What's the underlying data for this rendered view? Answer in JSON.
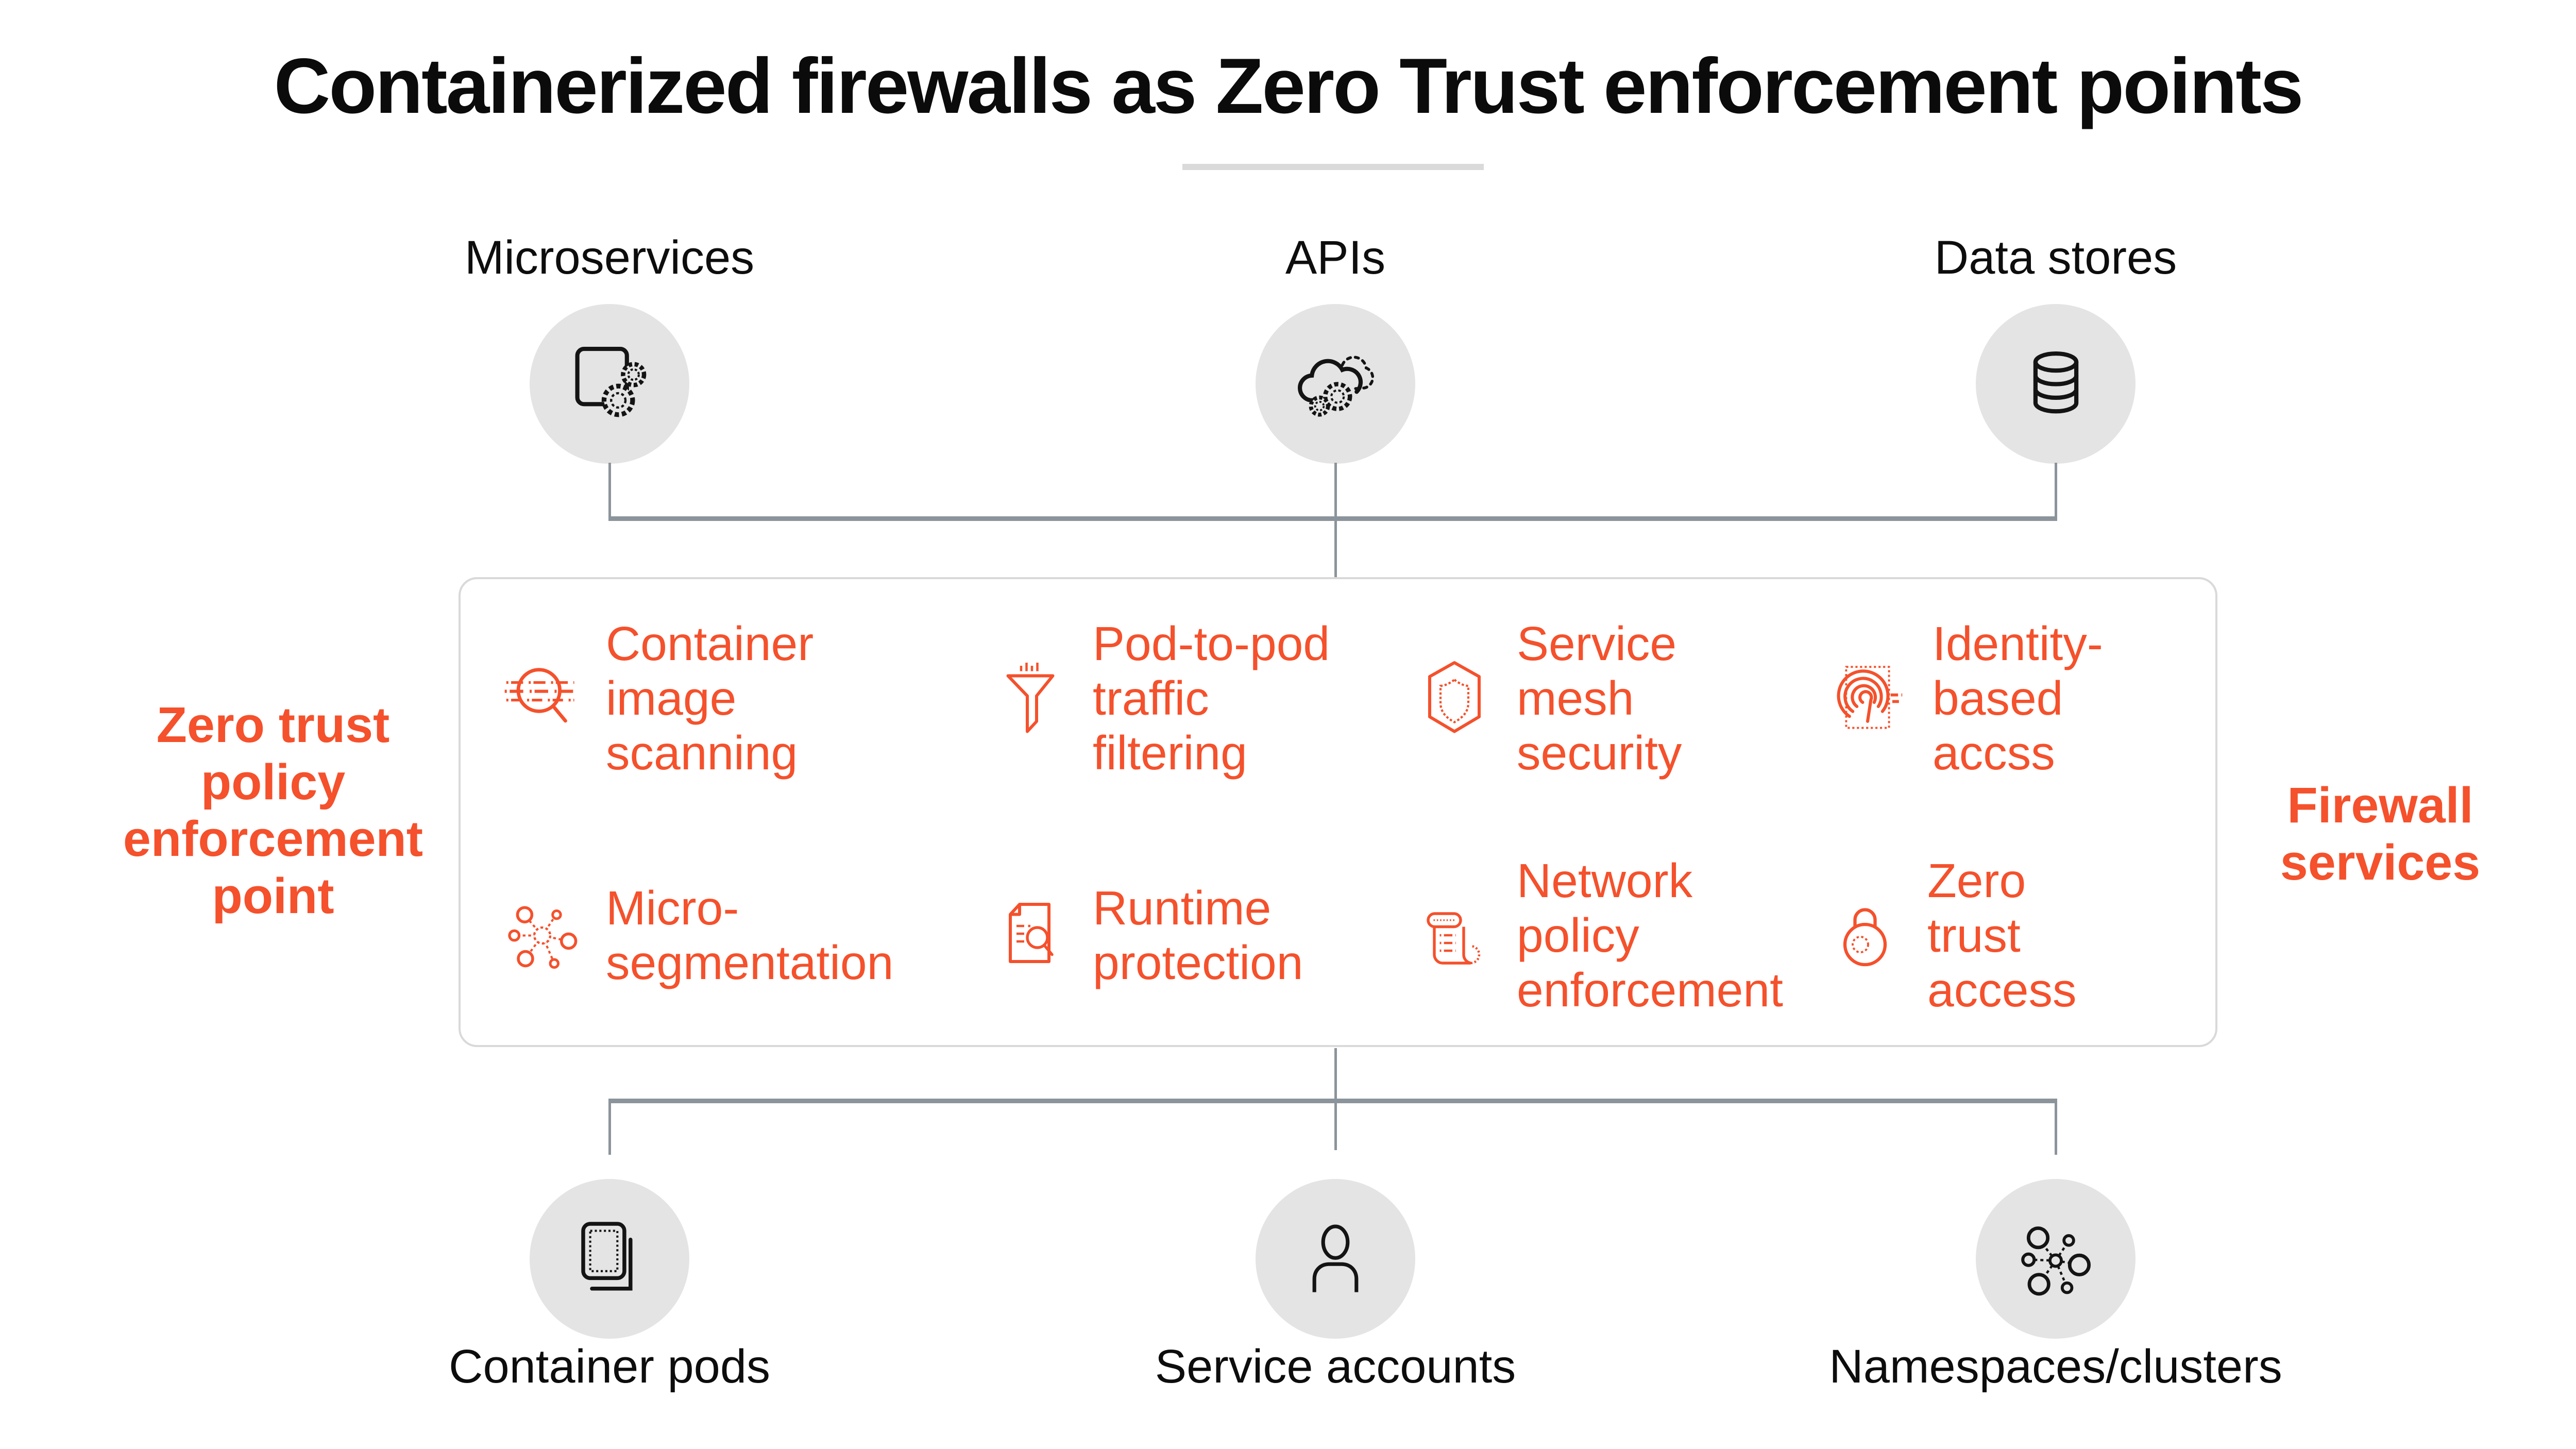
{
  "title": "Containerized firewalls as Zero Trust enforcement points",
  "colors": {
    "accent_orange": "#F4512C",
    "circle_gray": "#E4E4E4",
    "connector_gray": "#8C949B",
    "box_border_gray": "#D9D9D9",
    "text_black": "#0B0B0B"
  },
  "top_nodes": [
    {
      "label": "Microservices",
      "icon": "microservices-icon"
    },
    {
      "label": "APIs",
      "icon": "apis-icon"
    },
    {
      "label": "Data stores",
      "icon": "data-stores-icon"
    }
  ],
  "left_label": "Zero trust\npolicy\nenforcement\npoint",
  "right_label": "Firewall\nservices",
  "services": [
    {
      "label": "Container\nimage\nscanning",
      "icon": "image-scan-icon"
    },
    {
      "label": "Pod-to-pod\ntraffic\nfiltering",
      "icon": "traffic-filter-icon"
    },
    {
      "label": "Service\nmesh\nsecurity",
      "icon": "mesh-shield-icon"
    },
    {
      "label": "Identity-\nbased\naccss",
      "icon": "fingerprint-icon"
    },
    {
      "label": "Micro-\nsegmentation",
      "icon": "segmentation-icon"
    },
    {
      "label": "Runtime\nprotection",
      "icon": "runtime-protection-icon"
    },
    {
      "label": "Network\npolicy\nenforcement",
      "icon": "policy-scroll-icon"
    },
    {
      "label": "Zero\ntrust\naccess",
      "icon": "lock-icon"
    }
  ],
  "bottom_nodes": [
    {
      "label": "Container pods",
      "icon": "container-pods-icon"
    },
    {
      "label": "Service accounts",
      "icon": "person-icon"
    },
    {
      "label": "Namespaces/clusters",
      "icon": "cluster-icon"
    }
  ]
}
